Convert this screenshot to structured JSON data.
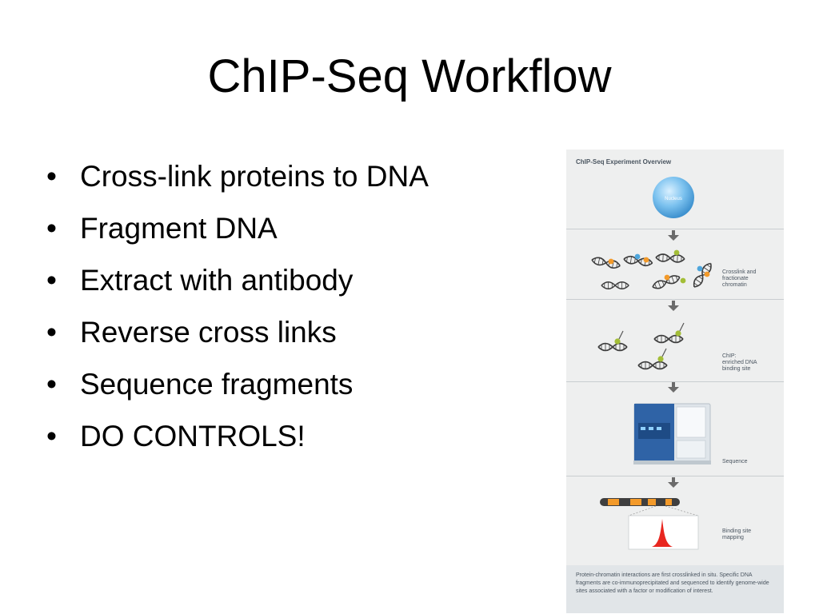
{
  "slide": {
    "title": "ChIP-Seq Workflow",
    "bullets": [
      "Cross-link proteins to DNA",
      "Fragment DNA",
      "Extract with antibody",
      "Reverse cross links",
      "Sequence fragments",
      "DO CONTROLS!"
    ]
  },
  "figure": {
    "title": "ChIP-Seq Experiment Overview",
    "nucleus_label": "Nucleus",
    "steps": [
      "Crosslink and\nfractionate\nchromatin",
      "ChIP:\nenriched DNA\nbinding site",
      "Sequence",
      "Binding site\nmapping"
    ],
    "caption": "Protein-chromatin interactions are first crosslinked in situ. Specific DNA fragments are co-immunoprecipitated and sequenced to identify genome-wide sites associated with a factor or modification of interest."
  },
  "colors": {
    "dna": "#3c3c3c",
    "protein_orange": "#f39a2a",
    "protein_blue": "#4ea6dc",
    "protein_green": "#a3be37",
    "arrow": "#6b6b6b",
    "peak": "#e8261f",
    "nucleus": "#6bb8ec"
  }
}
